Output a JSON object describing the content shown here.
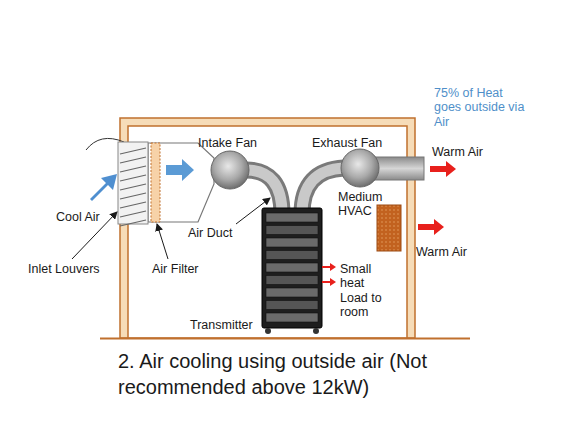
{
  "diagram": {
    "caption": "2. Air cooling using outside air (Not recommended above 12kW)",
    "labels": [
      "Intake Fan",
      "Exhaust Fan",
      "75% of Heat goes outside via Air",
      "Warm Air",
      "Medium HVAC",
      "Cool Air",
      "Air Duct",
      "Warm Air",
      "Small heat Load to room",
      "Inlet Louvers",
      "Air Filter",
      "Transmitter"
    ]
  }
}
